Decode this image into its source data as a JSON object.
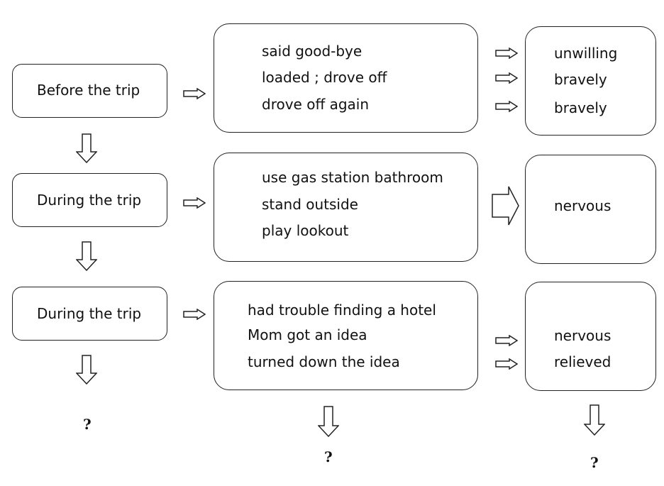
{
  "stages": [
    "Before the trip",
    "During the trip",
    "During the trip"
  ],
  "events": [
    [
      "said good-bye",
      "loaded ; drove off",
      "drove off again"
    ],
    [
      "use gas station bathroom",
      "stand outside",
      "play lookout"
    ],
    [
      "had trouble finding a hotel",
      "Mom got an idea",
      "turned down the idea"
    ]
  ],
  "feelings": [
    [
      "unwilling",
      "bravely",
      "bravely"
    ],
    [
      "nervous"
    ],
    [
      "nervous",
      "relieved"
    ]
  ],
  "question_mark": "?"
}
